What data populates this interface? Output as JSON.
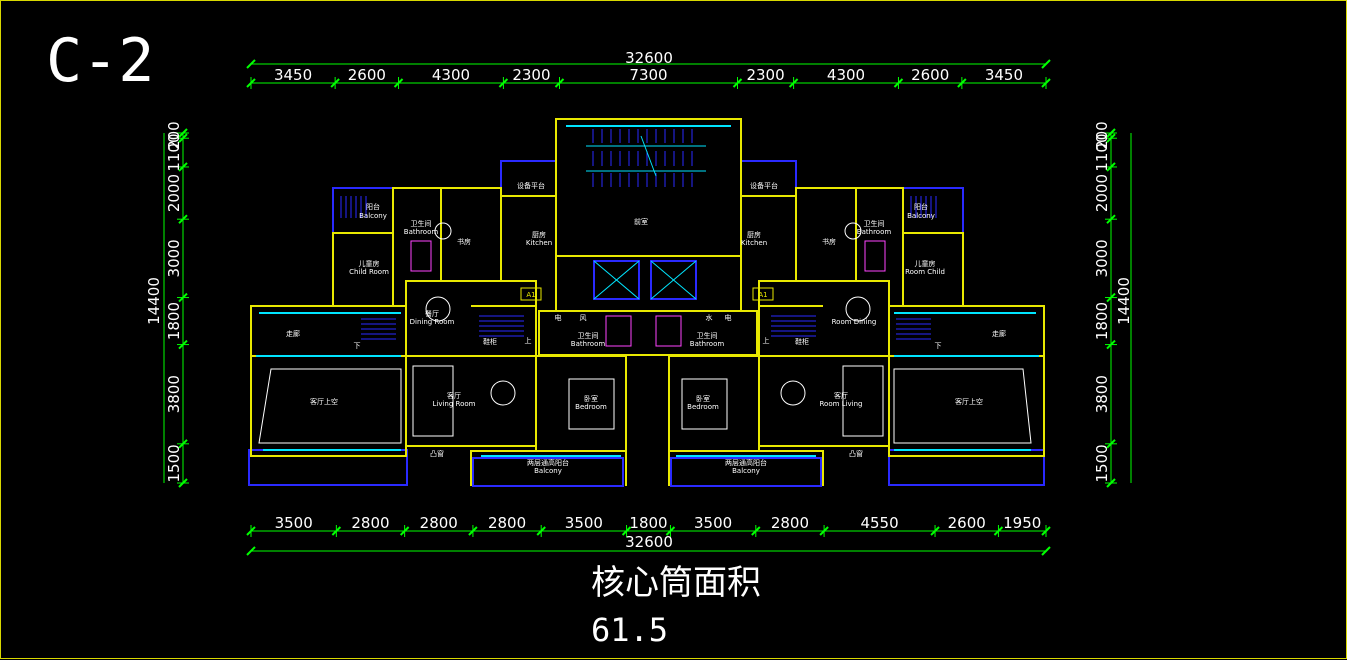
{
  "title": "C-2",
  "caption": "核心筒面积",
  "area": "61.5",
  "top_total": "32600",
  "top_dims": [
    "3450",
    "2600",
    "4300",
    "2300",
    "7300",
    "2300",
    "4300",
    "2600",
    "3450"
  ],
  "bottom_total": "32600",
  "bottom_dims": [
    "3500",
    "2800",
    "2800",
    "2800",
    "3500",
    "1800",
    "3500",
    "2800",
    "4550",
    "2600",
    "1950"
  ],
  "side_total": "14400",
  "side_dims": [
    "1500",
    "3800",
    "1800",
    "3000",
    "2000",
    "1100",
    "200"
  ],
  "rooms": {
    "equip_l": "设备平台",
    "equip_r": "设备平台",
    "front_hall": "前室",
    "balcony_l": "阳台",
    "balcony_l_en": "Balcony",
    "balcony_r": "阳台",
    "balcony_r_en": "Balcony",
    "bath_l": "卫生间",
    "bath_l_en": "Bathroom",
    "bath_r": "卫生间",
    "bath_r_en": "Bathroom",
    "study_l": "书房",
    "study_r": "书房",
    "kitchen_l": "厨房",
    "kitchen_l_en": "Kitchen",
    "kitchen_r": "厨房",
    "kitchen_r_en": "Kitchen",
    "child_l": "儿童房",
    "child_l_en": "Child Room",
    "child_r": "儿童房",
    "child_r_en": "Room Child",
    "dining_l": "餐厅",
    "dining_l_en": "Dining Room",
    "dining_r_en": "Room Dining",
    "corridor_l": "走廊",
    "corridor_r": "走廊",
    "down_l": "下",
    "down_r": "下",
    "up_l": "上",
    "up_r": "上",
    "shoe_l": "鞋柜",
    "shoe_r": "鞋柜",
    "elec1": "电",
    "wind": "风",
    "water": "水",
    "elec2": "电",
    "a1_l": "A1",
    "a1_r": "A1",
    "cbath_l": "卫生间",
    "cbath_l_en": "Bathroom",
    "cbath_r": "卫生间",
    "cbath_r_en": "Bathroom",
    "living_l": "客厅",
    "living_l_en": "Living Room",
    "living_r": "客厅",
    "living_r_en": "Room Living",
    "void_l": "客厅上空",
    "void_r": "客厅上空",
    "bed_l": "卧室",
    "bed_l_en": "Bedroom",
    "bed_r": "卧室",
    "bed_r_en": "Bedroom",
    "win_l": "凸窗",
    "win_r": "凸窗",
    "dbal_l": "两层通高阳台",
    "dbal_l_en": "Balcony",
    "dbal_r": "两层通高阳台",
    "dbal_r_en": "Balcony"
  },
  "colors": {
    "background": "#000000",
    "wall": "#e8e800",
    "dimension": "#00ff00",
    "window": "#00e5ff",
    "balcony": "#2a2aff",
    "furniture": "#ffffff",
    "fixture": "#ff44ff",
    "text": "#ffffff"
  }
}
